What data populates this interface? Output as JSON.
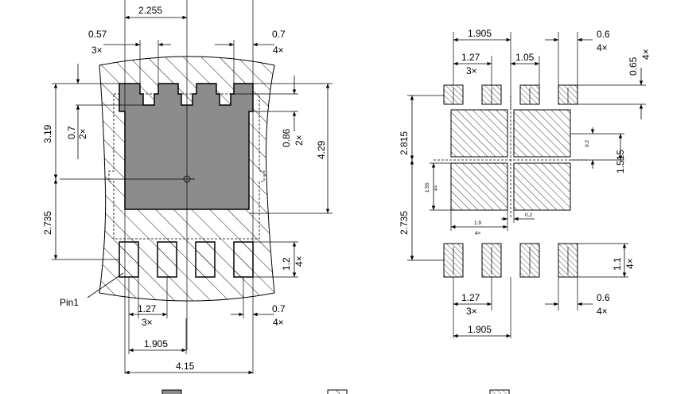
{
  "left": {
    "dim_top_width": "2.255",
    "dim_pad_width": "0.57",
    "dim_pad_width_count": "3×",
    "dim_tab_width": "0.7",
    "dim_tab_count": "4×",
    "dim_height_upper": "3.19",
    "dim_notch_depth": "0.7",
    "dim_notch_count": "2×",
    "dim_side_notch": "0.86",
    "dim_side_notch_count": "2×",
    "dim_total_height": "4.29",
    "dim_height_lower": "2.735",
    "dim_lead_length": "1.2",
    "dim_lead_count": "4×",
    "pin_label": "Pin1",
    "dim_pitch": "1.27",
    "dim_pitch_count": "3×",
    "dim_lead_width": "0.7",
    "dim_lead_width_count": "4×",
    "dim_span": "1.905",
    "dim_total_width": "4.15"
  },
  "right": {
    "dim_span_top": "1.905",
    "dim_pad_w_top": "0.6",
    "dim_pad_w_top_count": "4×",
    "dim_pad_h_top": "0.65",
    "dim_pad_h_top_count": "4×",
    "dim_pitch_top": "1.27",
    "dim_pitch_top_count": "3×",
    "dim_gap": "1.05",
    "dim_height_upper": "2.815",
    "dim_small_gap": "0.2",
    "dim_half_height": "1.515",
    "dim_block_h": "1.55",
    "dim_block_h_count": "4×",
    "dim_block_w": "1.9",
    "dim_block_w_count": "4×",
    "dim_gap_bottom": "0.2",
    "dim_height_lower": "2.735",
    "dim_pad_len": "1.1",
    "dim_pad_len_count": "4×",
    "dim_pitch_bottom": "1.27",
    "dim_pitch_bottom_count": "3×",
    "dim_pad_w_bottom": "0.6",
    "dim_pad_w_bottom_count": "4×",
    "dim_span_bottom": "1.905"
  },
  "legend": {
    "solid_color": "#8c8c8c",
    "hatch_color": "#000000"
  }
}
